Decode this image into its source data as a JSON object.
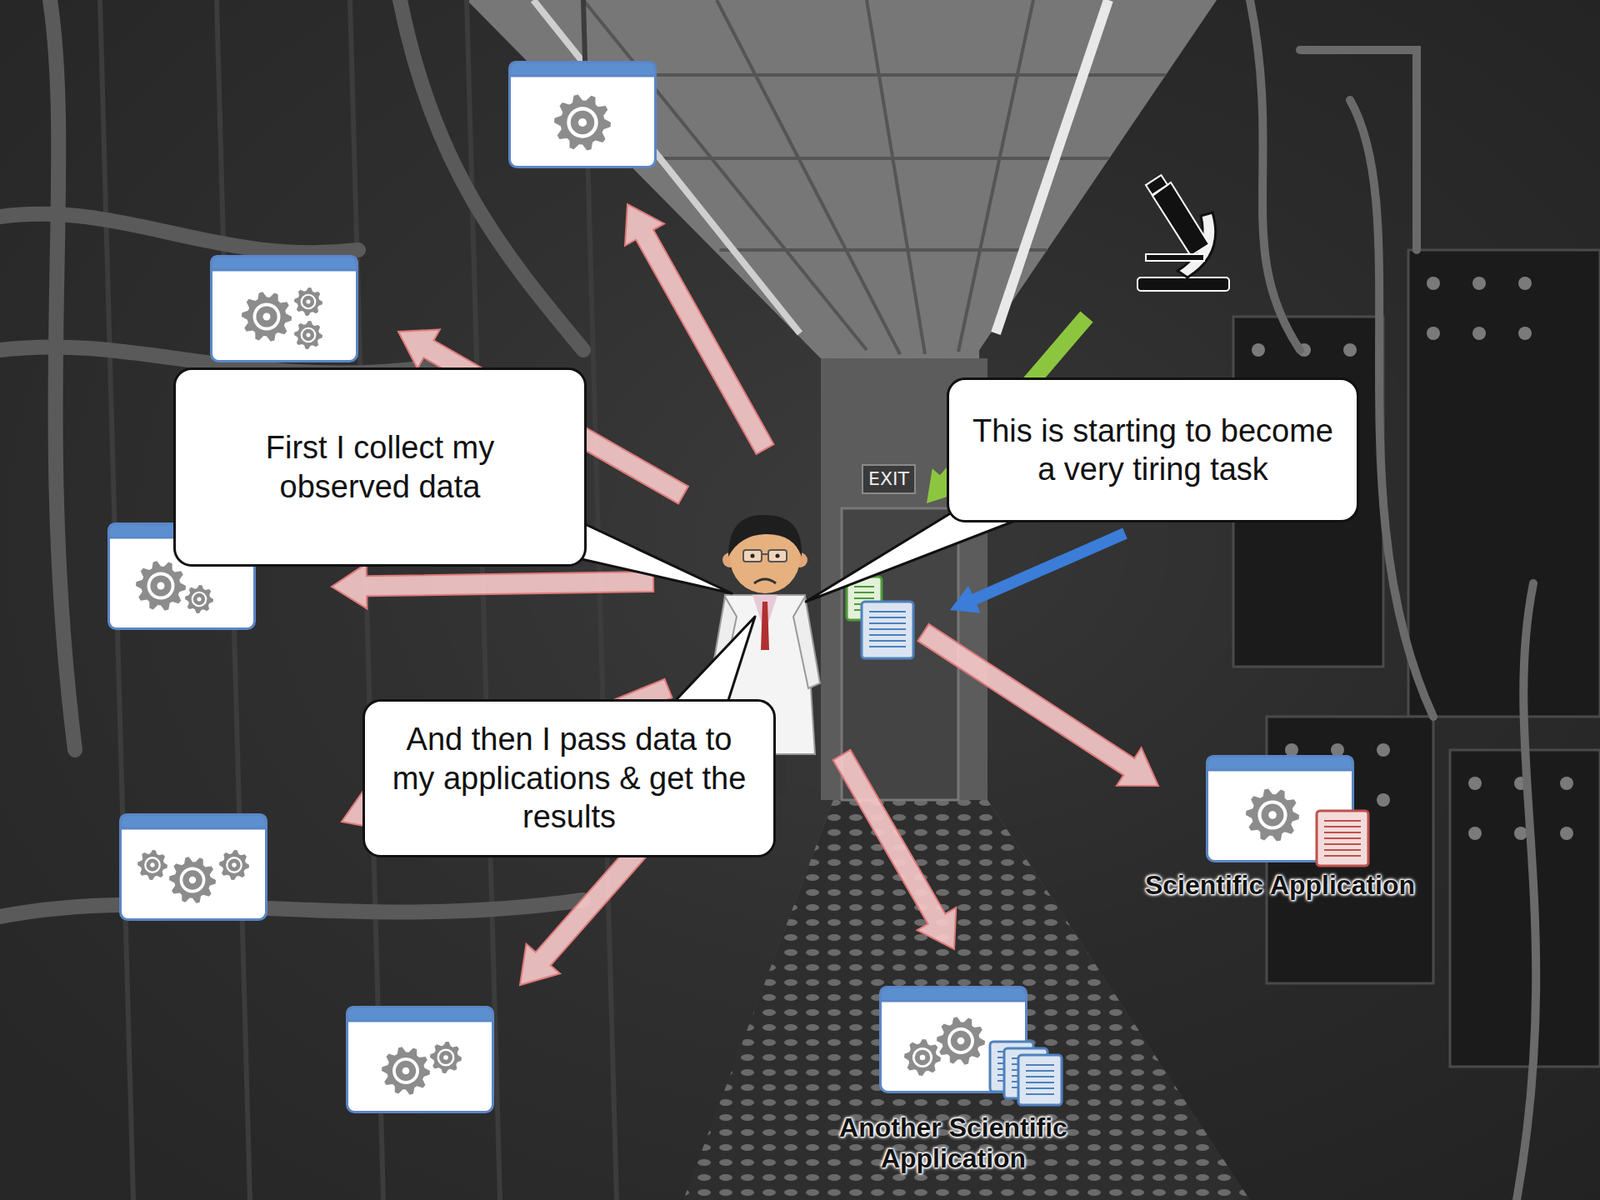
{
  "diagram": {
    "nodes": [
      {
        "text": [
          "First I collect my observed data"
        ]
      },
      {
        "text": [
          "This is starting to become a very tiring task"
        ]
      },
      {
        "text": [
          "And then I pass data to my applications & get the results"
        ]
      },
      {
        "text": [
          "Scientific Application"
        ]
      },
      {
        "text": [
          "Another Scientific Application"
        ]
      }
    ],
    "labels": [
      "EXIT"
    ]
  }
}
